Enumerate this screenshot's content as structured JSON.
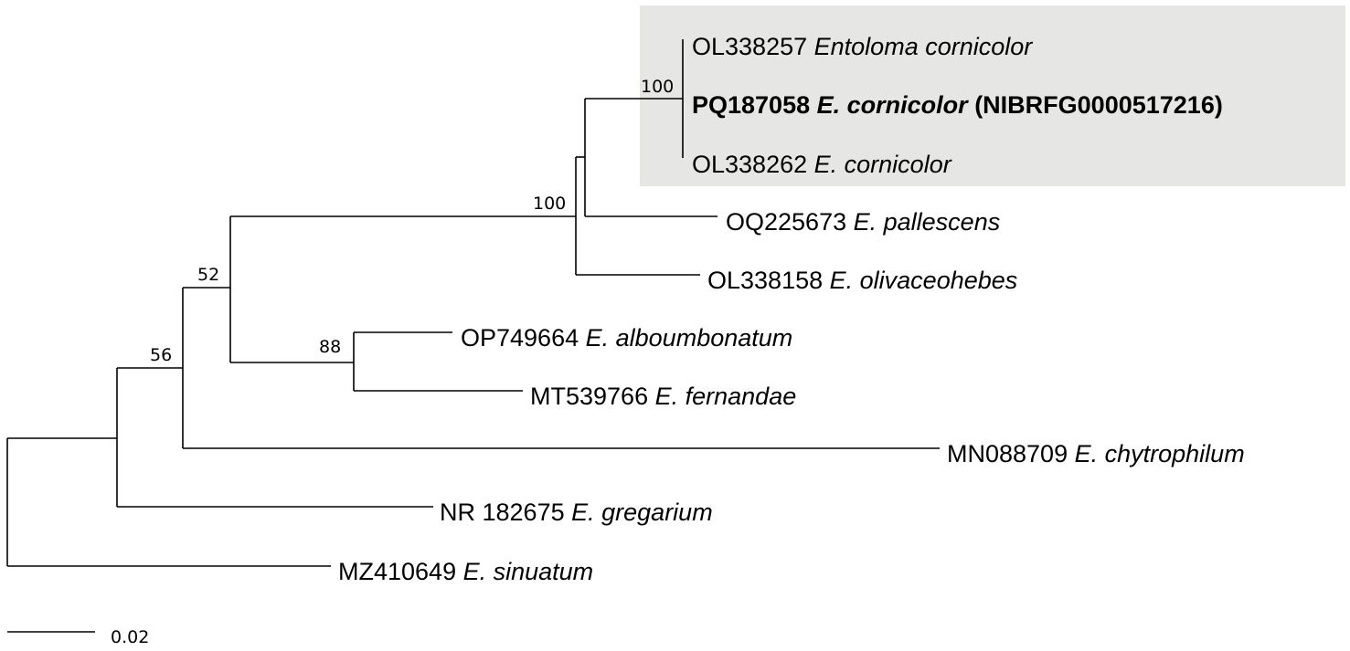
{
  "colors": {
    "branch": "#000000",
    "highlight": "#e6e6e5",
    "text": "#000000"
  },
  "taxa": [
    {
      "id": "t1",
      "accession": "OL338257",
      "species": "Entoloma cornicolor",
      "suffix": "",
      "bold": false
    },
    {
      "id": "t2",
      "accession": "PQ187058",
      "species": "E. cornicolor",
      "suffix": "(NIBRFG0000517216)",
      "bold": true
    },
    {
      "id": "t3",
      "accession": "OL338262",
      "species": "E. cornicolor",
      "suffix": "",
      "bold": false
    },
    {
      "id": "t4",
      "accession": "OQ225673",
      "species": "E. pallescens",
      "suffix": "",
      "bold": false
    },
    {
      "id": "t5",
      "accession": "OL338158",
      "species": "E. olivaceohebes",
      "suffix": "",
      "bold": false
    },
    {
      "id": "t6",
      "accession": "OP749664",
      "species": "E. alboumbonatum",
      "suffix": "",
      "bold": false
    },
    {
      "id": "t7",
      "accession": "MT539766",
      "species": "E. fernandae",
      "suffix": "",
      "bold": false
    },
    {
      "id": "t8",
      "accession": "MN088709",
      "species": "E. chytrophilum",
      "suffix": "",
      "bold": false
    },
    {
      "id": "t9",
      "accession": "NR 182675",
      "species": "E. gregarium",
      "suffix": "",
      "bold": false
    },
    {
      "id": "t10",
      "accession": "MZ410649",
      "species": "E. sinuatum",
      "suffix": "",
      "bold": false
    }
  ],
  "supports": {
    "cornicolor_clade": "100",
    "cornicolor_pallescens": "100",
    "node_52": "52",
    "node_88": "88",
    "node_56": "56"
  },
  "scale_bar": {
    "value": 0.02,
    "label": "0.02"
  },
  "highlighted_clade": [
    "OL338257",
    "PQ187058",
    "OL338262"
  ]
}
